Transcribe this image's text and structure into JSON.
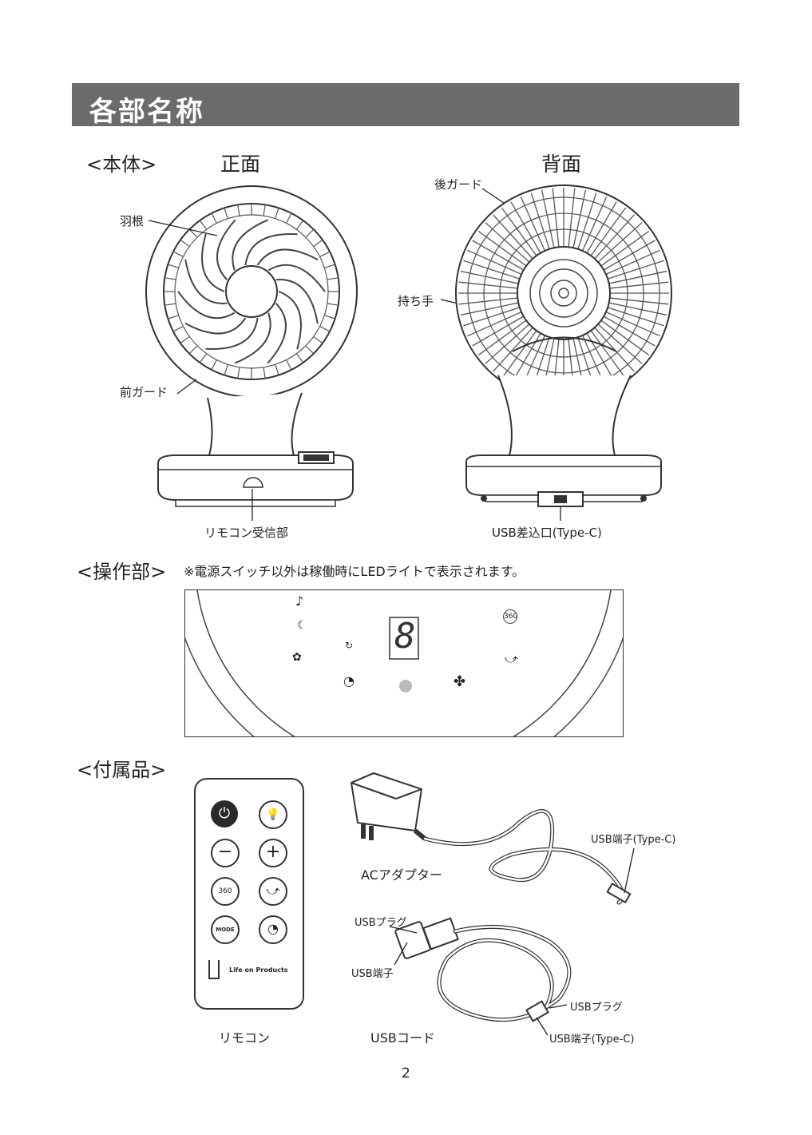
{
  "header": {
    "title": "各部名称"
  },
  "body_section": {
    "heading": "<本体>",
    "front": "正面",
    "back": "背面",
    "labels": {
      "blade": "羽根",
      "front_guard": "前ガード",
      "remote_receiver": "リモコン受信部",
      "rear_guard": "後ガード",
      "handle": "持ち手",
      "usb_port": "USB差込口(Type-C)"
    }
  },
  "control_section": {
    "heading": "<操作部>",
    "note": "※電源スイッチ以外は稼働時にLEDライトで表示されます。",
    "display_digit": "8",
    "icons": [
      "music-note",
      "moon",
      "rotate-360",
      "eco-mode",
      "timer-small",
      "swing-up",
      "timer-off",
      "power",
      "fan"
    ]
  },
  "accessories": {
    "heading": "<付属品>",
    "remote": {
      "label": "リモコン",
      "brand": "Life on Products",
      "mode_text": "MODE",
      "rotate_text": "360"
    },
    "ac_adapter": {
      "label": "ACアダプター",
      "usb_terminal": "USB端子(Type-C)"
    },
    "usb_cord": {
      "label": "USBコード",
      "usb_plug_top": "USBプラグ",
      "usb_terminal_top": "USB端子",
      "usb_plug_bottom": "USBプラグ",
      "usb_terminal_bottom": "USB端子(Type-C)"
    }
  },
  "footer": {
    "page_number": "2"
  }
}
